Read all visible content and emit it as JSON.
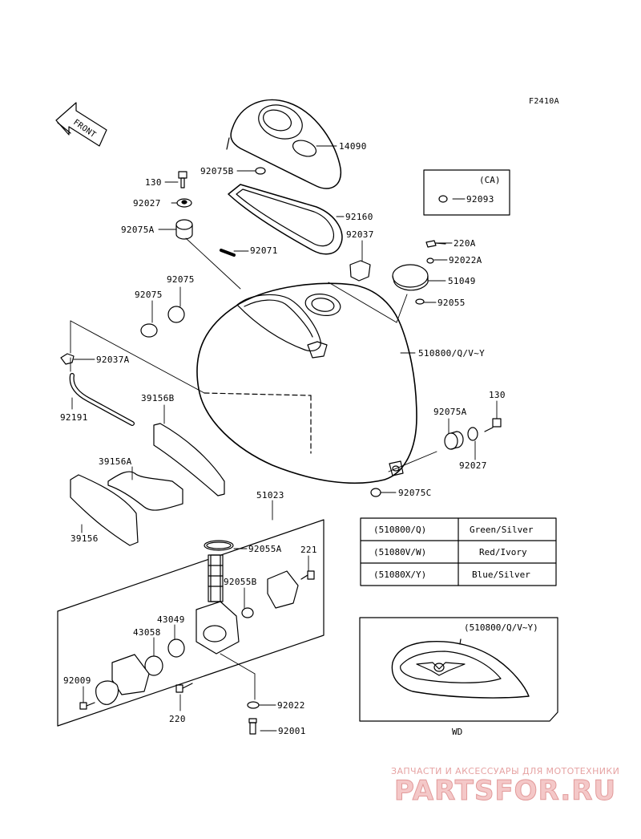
{
  "figure_code": "F2410A",
  "front_label": "FRONT",
  "parts": {
    "p14090": "14090",
    "p92075B": "92075B",
    "p130a": "130",
    "p92027a": "92027",
    "p92160": "92160",
    "p92075Aa": "92075A",
    "p92037": "92037",
    "p92071": "92071",
    "p220A": "220A",
    "p92022A": "92022A",
    "p51049": "51049",
    "p92055": "92055",
    "p92075a": "92075",
    "p92075b": "92075",
    "p92037A": "92037A",
    "p510800": "510800/Q/V~Y",
    "p92191": "92191",
    "p39156B": "39156B",
    "p130b": "130",
    "p92075Ab": "92075A",
    "p92027b": "92027",
    "p39156A": "39156A",
    "p92075C": "92075C",
    "p39156": "39156",
    "p51023": "51023",
    "p92055A": "92055A",
    "p221": "221",
    "p92055B": "92055B",
    "p43049": "43049",
    "p43058": "43058",
    "p92009": "92009",
    "p220": "220",
    "p92022": "92022",
    "p92001": "92001"
  },
  "ca_box": {
    "title": "(CA)",
    "part": "92093"
  },
  "color_table": [
    {
      "code": "(510800/Q)",
      "color": "Green/Silver"
    },
    {
      "code": "(51080V/W)",
      "color": "Red/Ivory"
    },
    {
      "code": "(51080X/Y)",
      "color": "Blue/Silver"
    }
  ],
  "wd_box": {
    "title": "(510800/Q/V~Y)",
    "caption": "WD"
  },
  "watermark": {
    "line1": "ЗАПЧАСТИ И АКСЕССУАРЫ ДЛЯ МОТОТЕХНИКИ",
    "line2": "PARTSFOR.RU"
  }
}
